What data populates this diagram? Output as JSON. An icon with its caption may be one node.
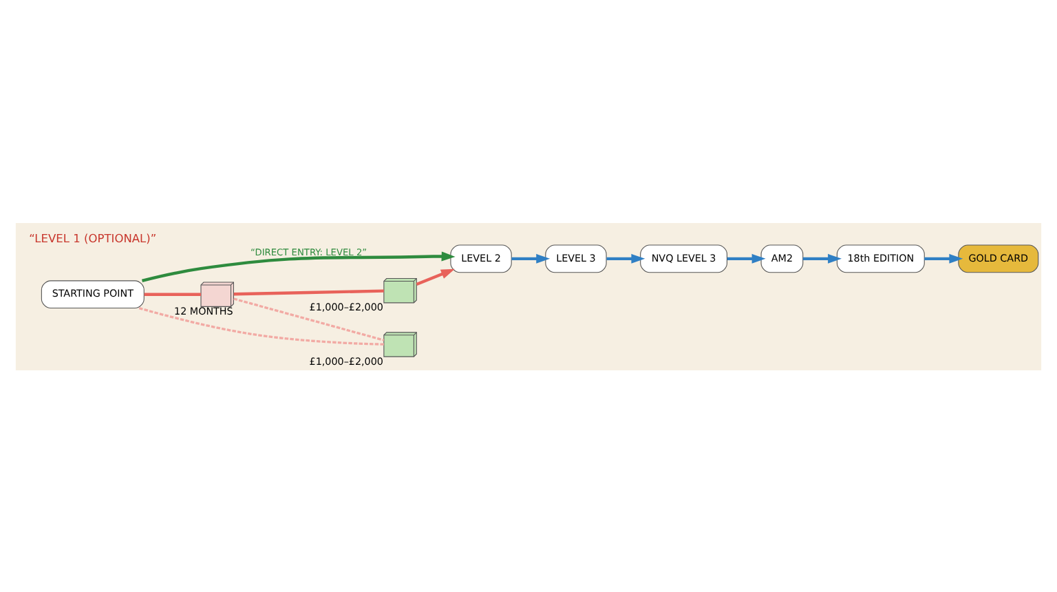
{
  "diagram": {
    "nodes": [
      {
        "text": [
          "STARTING POINT"
        ]
      },
      {
        "text": [],
        "shape": "picture",
        "beside": [
          "12 MONTHS"
        ]
      },
      {
        "text": [],
        "shape": "picture",
        "beside": [
          "£1,000–£2,000"
        ]
      },
      {
        "text": [],
        "shape": "picture",
        "beside": [
          "£1,000–£2,000"
        ]
      },
      {
        "text": [
          "LEVEL 2"
        ]
      },
      {
        "text": [
          "LEVEL 3"
        ]
      },
      {
        "text": [
          "NVQ LEVEL 3"
        ]
      },
      {
        "text": [
          "AM2"
        ]
      },
      {
        "text": [
          "18th EDITION"
        ]
      },
      {
        "text": [
          "GOLD CARD"
        ]
      }
    ],
    "edges": [
      {
        "from": 0,
        "to": 1,
        "arrow": "none",
        "color": "#e8625a"
      },
      {
        "from": 1,
        "to": 2,
        "arrow": "none",
        "color": "#e8625a"
      },
      {
        "from": 2,
        "to": 4,
        "arrow": "to",
        "color": "#e8625a"
      },
      {
        "from": 1,
        "to": 3,
        "arrow": "none",
        "style": "dashed",
        "color": "#f2aaa4"
      },
      {
        "from": 3,
        "to": 0,
        "arrow": "none",
        "style": "dashed",
        "color": "#f2aaa4"
      },
      {
        "from": 0,
        "to": 4,
        "arrow": "to",
        "label": "“DIRECT ENTRY: LEVEL 2”",
        "color": "#2e8b3e"
      },
      {
        "from": 4,
        "to": 5,
        "arrow": "to"
      },
      {
        "from": 5,
        "to": 6,
        "arrow": "to"
      },
      {
        "from": 6,
        "to": 7,
        "arrow": "to"
      },
      {
        "from": 7,
        "to": 8,
        "arrow": "to"
      },
      {
        "from": 8,
        "to": 9,
        "arrow": "to"
      }
    ],
    "labels": [
      "“LEVEL 1 (OPTIONAL)”"
    ]
  }
}
